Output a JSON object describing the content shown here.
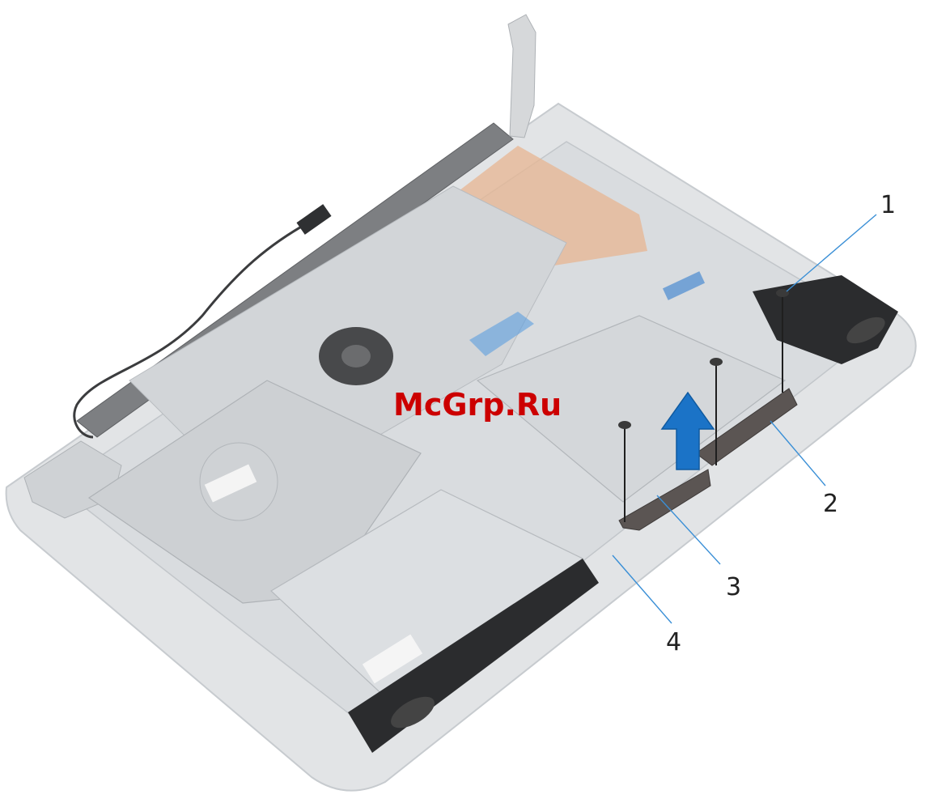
{
  "watermark": {
    "text": "McGrp.Ru",
    "color": "#cc0000"
  },
  "callouts": [
    {
      "number": "1",
      "meaning": "screws"
    },
    {
      "number": "2",
      "meaning": "touchpad bracket"
    },
    {
      "number": "3",
      "meaning": "touchpad bracket"
    },
    {
      "number": "4",
      "meaning": "palm-rest and keyboard assembly"
    }
  ],
  "colors": {
    "leader_line": "#3a8fd6",
    "arrow": "#1b73c7",
    "bracket": "#5b5553",
    "chassis": "#e2e4e6",
    "copper_tape": "#e7b592"
  },
  "icons": [
    "up-arrow-icon",
    "screw-icon"
  ]
}
